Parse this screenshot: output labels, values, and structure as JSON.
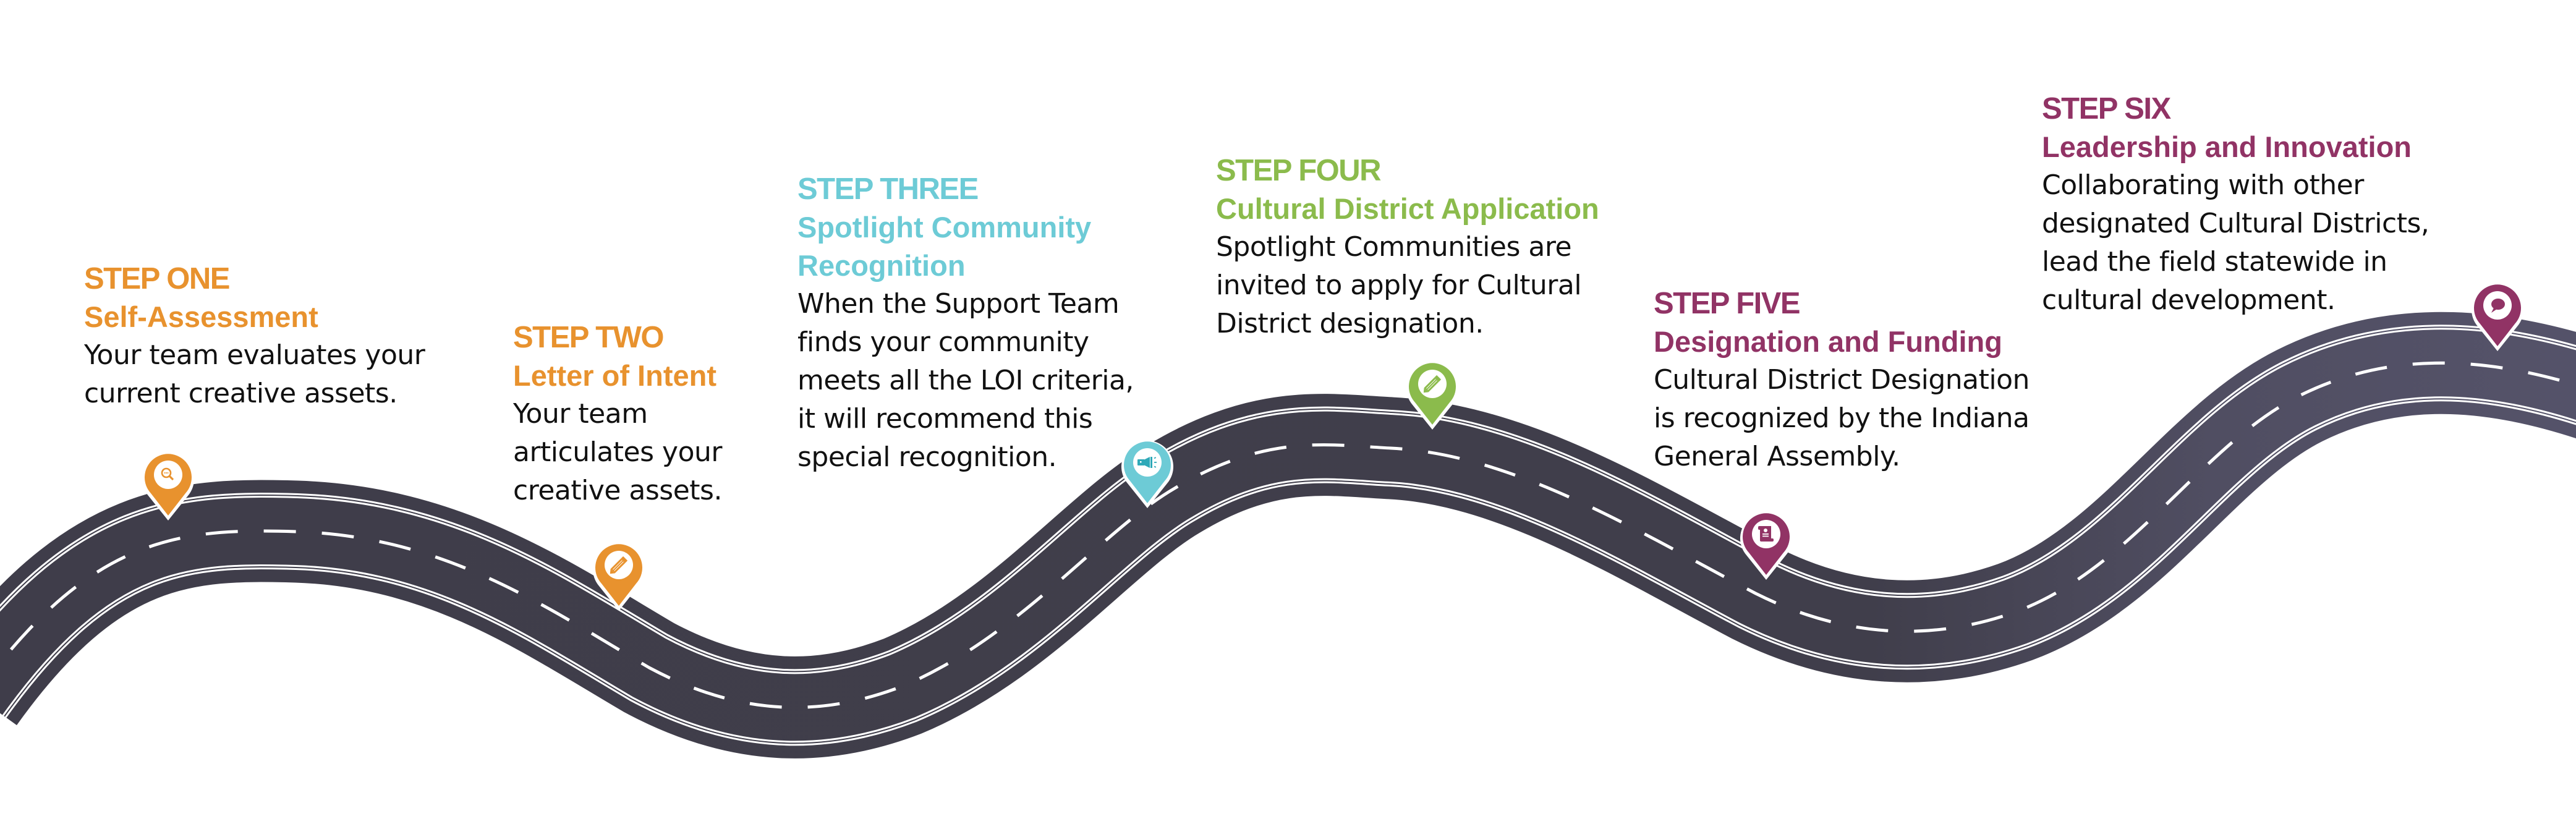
{
  "colors": {
    "orange": "#E8922E",
    "teal": "#6DCBD6",
    "green": "#8BBB4C",
    "plum": "#913365",
    "road": "#3F3D4A",
    "road_end": "#54526A",
    "marking": "#FFFFFF",
    "text": "#111111"
  },
  "steps": [
    {
      "number": "STEP ONE",
      "title": "Self-Assessment",
      "description": "Your team evaluates your\ncurrent creative assets.",
      "color": "#E8922E",
      "icon": "magnifier-icon"
    },
    {
      "number": "STEP TWO",
      "title": "Letter of Intent",
      "description": "Your team\narticulates your\ncreative assets.",
      "color": "#E8922E",
      "icon": "pencil-icon"
    },
    {
      "number": "STEP THREE",
      "title": "Spotlight Community\nRecognition",
      "description": "When the Support Team\nfinds your community\nmeets all the LOI criteria,\nit will recommend this\nspecial recognition.",
      "color": "#6DCBD6",
      "icon": "flashlight-icon"
    },
    {
      "number": "STEP FOUR",
      "title": "Cultural District Application",
      "description": "Spotlight Communities are\ninvited to apply for Cultural\nDistrict designation.",
      "color": "#8BBB4C",
      "icon": "pencil-icon"
    },
    {
      "number": "STEP FIVE",
      "title": "Designation and Funding",
      "description": "Cultural District Designation\nis recognized by the Indiana\nGeneral Assembly.",
      "color": "#913365",
      "icon": "certificate-scroll-icon"
    },
    {
      "number": "STEP SIX",
      "title": "Leadership and Innovation",
      "description": "Collaborating with other\ndesignated Cultural Districts,\nlead the field statewide in\ncultural development.",
      "color": "#913365",
      "icon": "speech-bubble-icon"
    }
  ]
}
